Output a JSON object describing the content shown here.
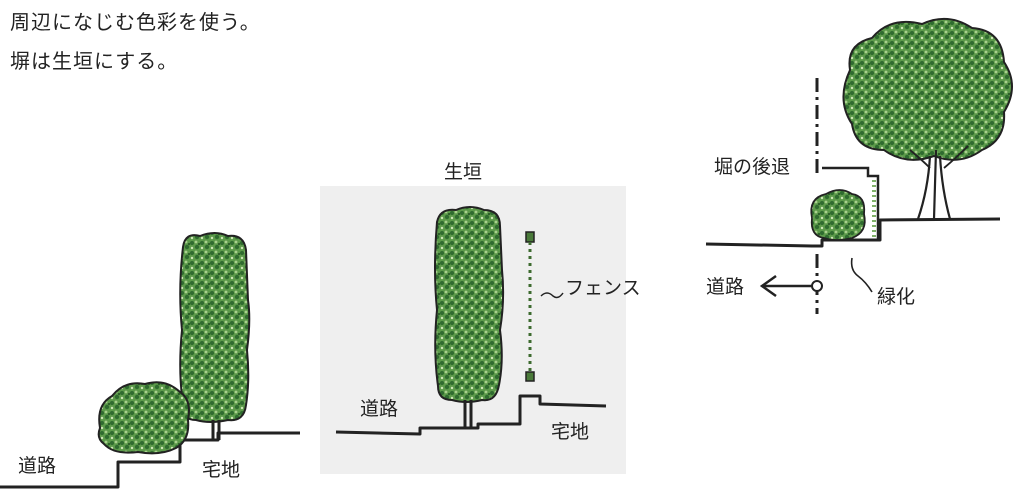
{
  "heading": {
    "line1": "周辺になじむ色彩を使う。",
    "line2": "塀は生垣にする。"
  },
  "diagram_left": {
    "road_label": "道路",
    "site_label": "宅地"
  },
  "diagram_center": {
    "hedge_label": "生垣",
    "fence_label": "フェンス",
    "road_label": "道路",
    "site_label": "宅地"
  },
  "diagram_right": {
    "setback_label": "堀の後退",
    "road_label": "道路",
    "greening_label": "緑化"
  },
  "colors": {
    "foliage_dark": "#2f6b2f",
    "foliage_light": "#7fb069",
    "panel_bg": "#efefef",
    "ink": "#222222"
  }
}
